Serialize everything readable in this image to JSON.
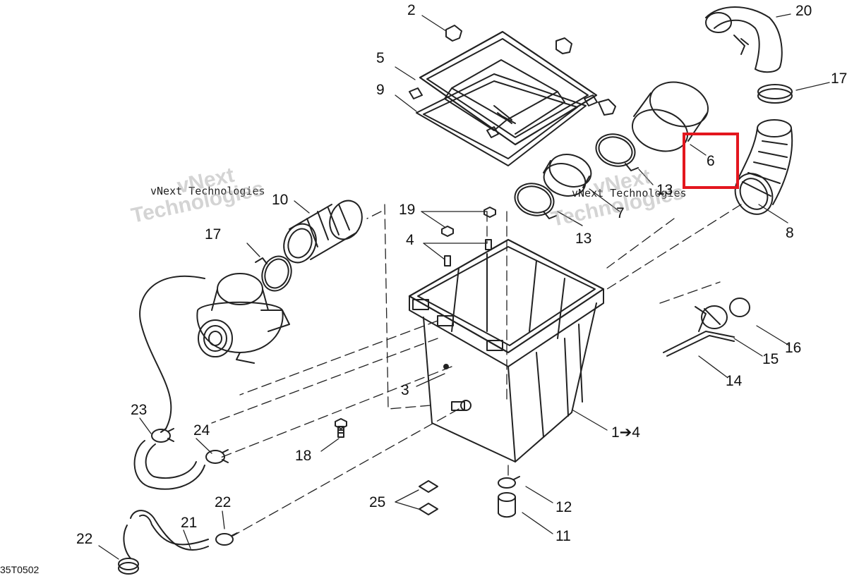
{
  "callouts": {
    "c1": "1➔4",
    "c2": "2",
    "c3": "3",
    "c4": "4",
    "c5": "5",
    "c6": "6",
    "c7": "7",
    "c8": "8",
    "c9": "9",
    "c10": "10",
    "c11": "11",
    "c12": "12",
    "c13a": "13",
    "c13b": "13",
    "c14": "14",
    "c15": "15",
    "c16": "16",
    "c17a": "17",
    "c17b": "17",
    "c18": "18",
    "c19": "19",
    "c20": "20",
    "c21": "21",
    "c22a": "22",
    "c22b": "22",
    "c23": "23",
    "c24": "24",
    "c25": "25"
  },
  "watermarks": {
    "line1": "vNext Technologies",
    "line2": "vNext Technologies",
    "big1a": "vNext",
    "big1b": "Technologies",
    "big2a": "vNext",
    "big2b": "Technologies"
  },
  "document_code": "35T0502",
  "highlight": {
    "part": "6",
    "color": "#e3161e"
  }
}
